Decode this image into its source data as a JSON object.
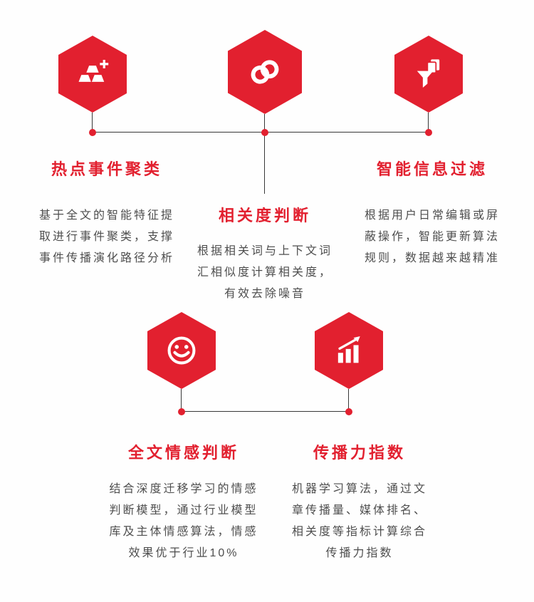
{
  "theme": {
    "accent": "#e2202f",
    "line_color": "#383838",
    "text_color": "#4e4e4e",
    "background": "#fefefe"
  },
  "features": [
    {
      "id": "hot-event-clustering",
      "icon": "ingots-cluster-icon",
      "title": "热点事件聚类",
      "description": "基于全文的智能特征提\n取进行事件聚类，支撑\n事件传播演化路径分析"
    },
    {
      "id": "relevance-judgment",
      "icon": "linked-rings-icon",
      "title": "相关度判断",
      "description": "根据相关词与上下文词\n汇相似度计算相关度，\n有效去除噪音"
    },
    {
      "id": "smart-info-filtering",
      "icon": "document-filter-icon",
      "title": "智能信息过滤",
      "description": "根据用户日常编辑或屏\n蔽操作，智能更新算法\n规则，数据越来越精准"
    },
    {
      "id": "fulltext-sentiment-judgment",
      "icon": "smiley-face-icon",
      "title": "全文情感判断",
      "description": "结合深度迁移学习的情感\n判断模型，通过行业模型\n库及主体情感算法，情感\n效果优于行业10%"
    },
    {
      "id": "propagation-index",
      "icon": "rising-bar-chart-icon",
      "title": "传播力指数",
      "description": "机器学习算法，通过文\n章传播量、媒体排名、\n相关度等指标计算综合\n传播力指数"
    }
  ]
}
